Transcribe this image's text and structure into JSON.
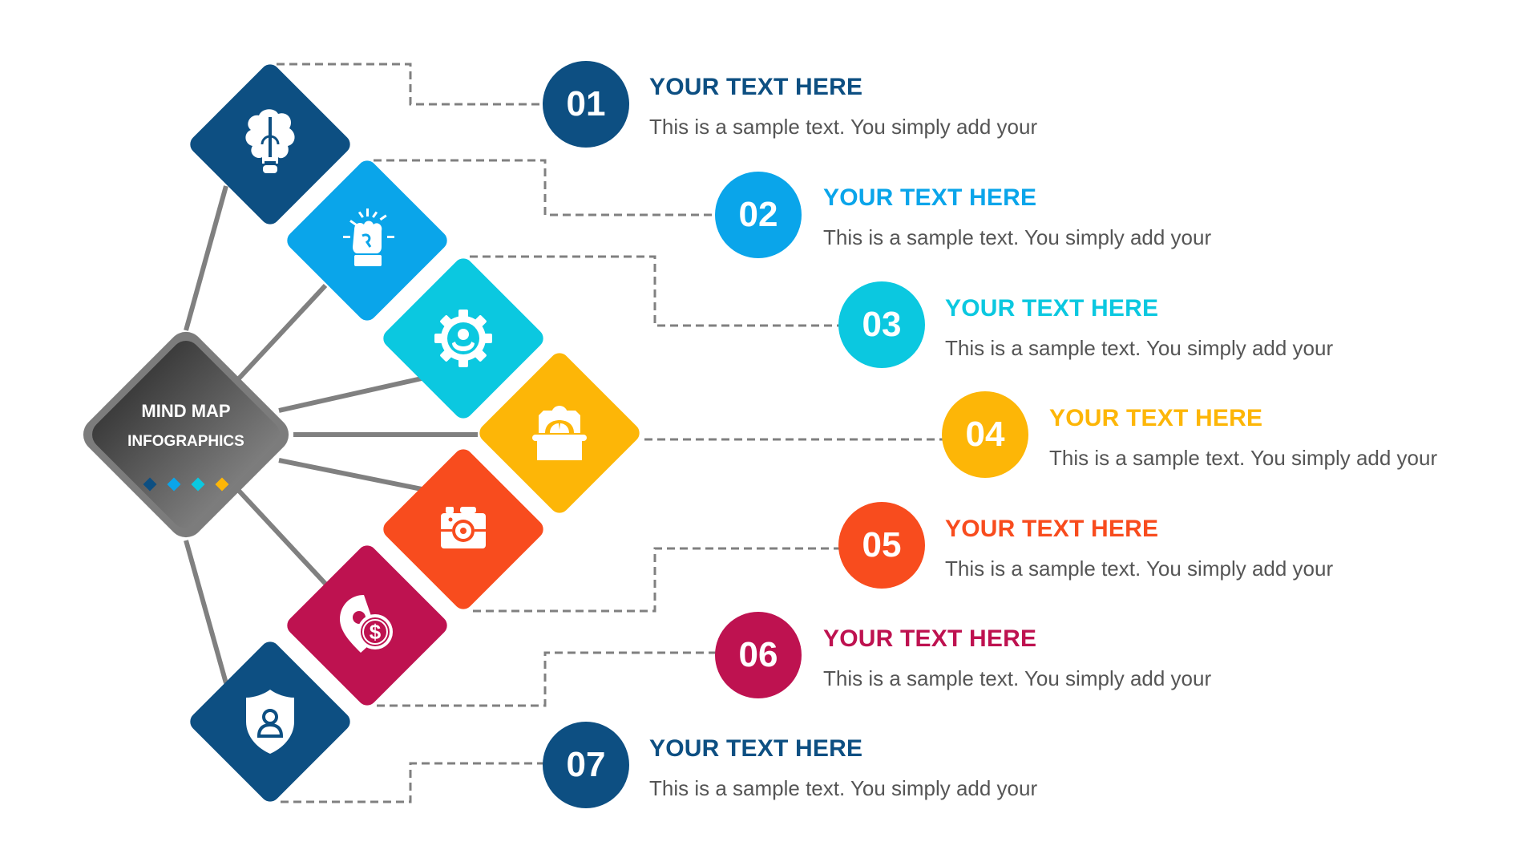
{
  "hub": {
    "title": "MIND MAP",
    "subtitle": "INFOGRAPHICS",
    "dot_colors": [
      "#0D4F82",
      "#0AA5EA",
      "#0BC8E0",
      "#FDB607"
    ]
  },
  "colors": {
    "connector": "#7f7f7f",
    "body_text": "#555555",
    "hub_dark": "#3f3f3f",
    "hub_light": "#7a7a7a",
    "hub_border": "#7c7c7c"
  },
  "items": [
    {
      "number": "01",
      "title": "YOUR TEXT HERE",
      "body": "This is a sample text. You simply add your",
      "color": "#0D4F82",
      "icon": "brain-bulb-icon"
    },
    {
      "number": "02",
      "title": "YOUR TEXT HERE",
      "body": "This is a sample text. You simply add your",
      "color": "#0AA5EA",
      "icon": "raised-fist-icon"
    },
    {
      "number": "03",
      "title": "YOUR TEXT HERE",
      "body": "This is a sample text. You simply add your",
      "color": "#0BC8E0",
      "icon": "gear-user-icon"
    },
    {
      "number": "04",
      "title": "YOUR TEXT HERE",
      "body": "This is a sample text. You simply add your",
      "color": "#FDB607",
      "icon": "speaker-podium-icon"
    },
    {
      "number": "05",
      "title": "YOUR TEXT HERE",
      "body": "This is a sample text. You simply add your",
      "color": "#F84C1E",
      "icon": "camera-icon"
    },
    {
      "number": "06",
      "title": "YOUR TEXT HERE",
      "body": "This is a sample text. You simply add your",
      "color": "#BE1250",
      "icon": "location-dollar-icon"
    },
    {
      "number": "07",
      "title": "YOUR TEXT HERE",
      "body": "This is a sample text. You simply add your",
      "color": "#0D4F82",
      "icon": "shield-user-icon"
    }
  ]
}
